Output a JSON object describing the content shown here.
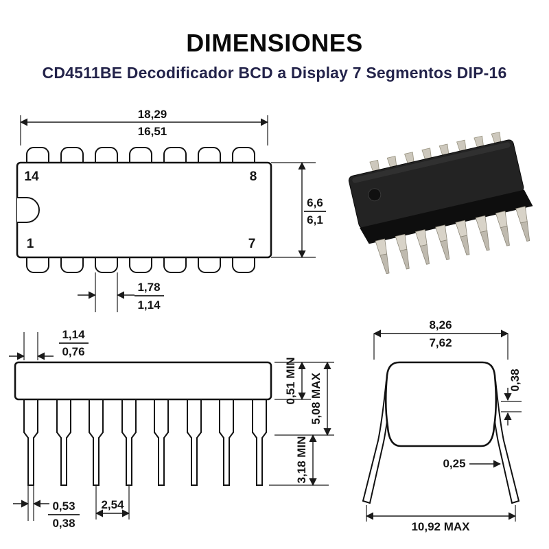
{
  "header": {
    "title": "DIMENSIONES",
    "subtitle": "CD4511BE Decodificador BCD a Display 7 Segmentos DIP-16"
  },
  "colors": {
    "subtitle": "#23234a",
    "ink": "#141414",
    "body_fill": "#ffffff",
    "ic_plastic": "#232323",
    "ic_pins": "#d8d3c8"
  },
  "top_view": {
    "overall_length_max": "18,29",
    "overall_length_min": "16,51",
    "pin_top_left": "14",
    "pin_top_right": "8",
    "pin_bottom_left": "1",
    "pin_bottom_right": "7",
    "body_width_max": "6,6",
    "body_width_min": "6,1",
    "shoulder_width_max": "1,78",
    "shoulder_width_min": "1,14"
  },
  "side_view": {
    "lead_shoulder_max": "1,14",
    "lead_shoulder_min": "0,76",
    "standoff": "0,51 MIN",
    "body_thickness": "5,08 MAX",
    "lead_length": "3,18 MIN",
    "lead_width_max": "0,53",
    "lead_width_min": "0,38",
    "lead_pitch": "2,54"
  },
  "end_view": {
    "row_width_max": "8,26",
    "row_width_min": "7,62",
    "lead_thickness": "0,38",
    "lead_tip_width": "0,25",
    "span_max": "10,92 MAX"
  }
}
